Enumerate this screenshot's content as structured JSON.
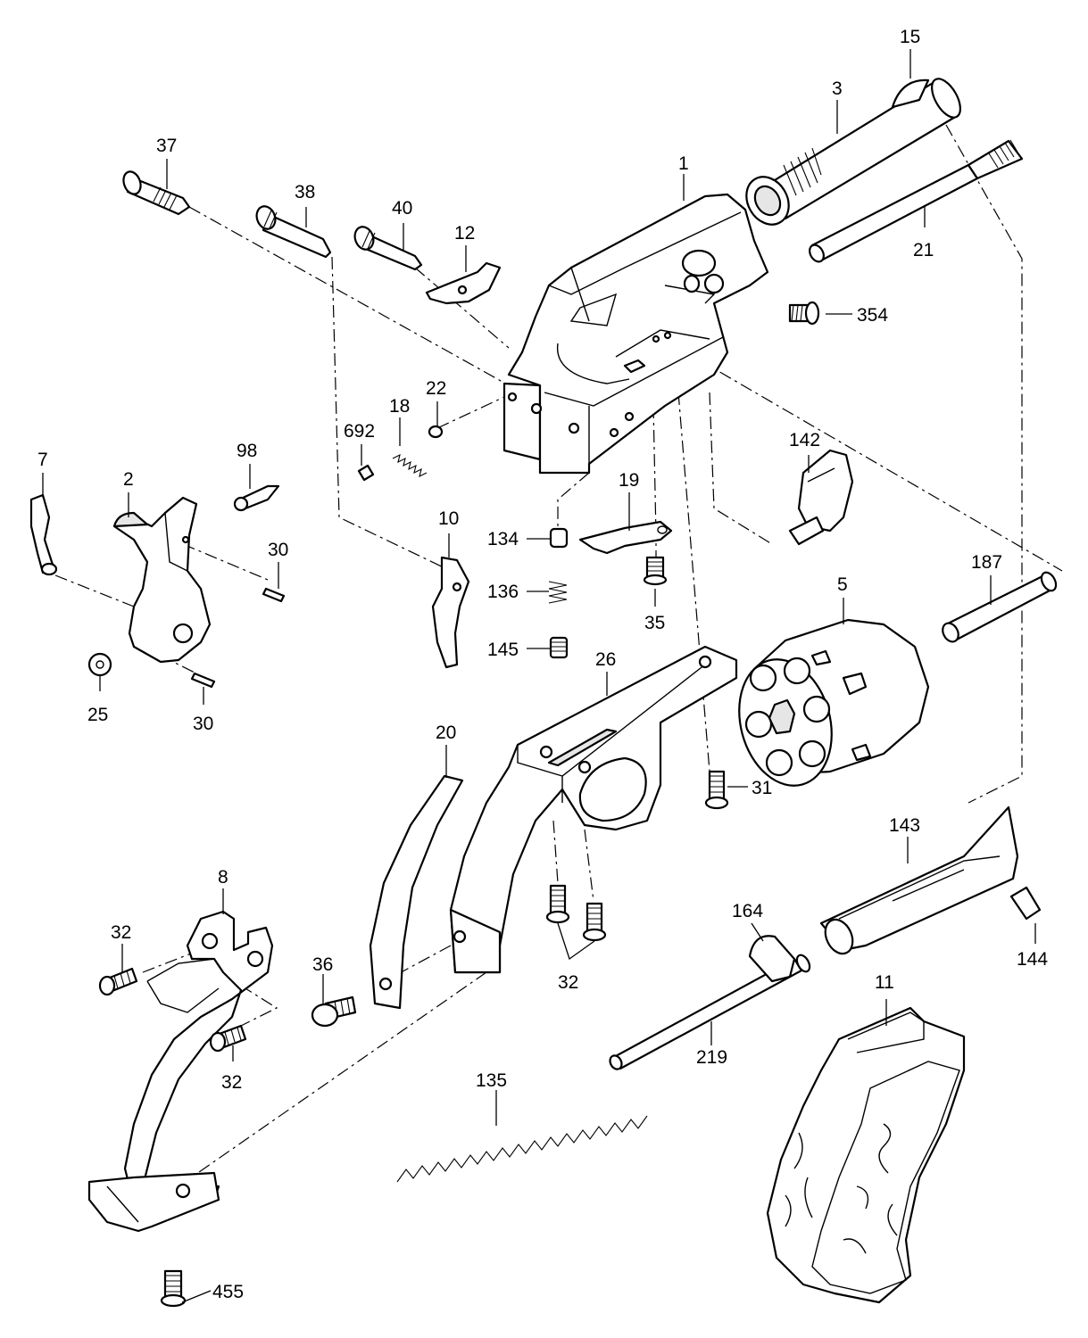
{
  "figure": {
    "labels": {
      "p1": "1",
      "p2": "2",
      "p3": "3",
      "p5": "5",
      "p7": "7",
      "p8": "8",
      "p10": "10",
      "p11": "11",
      "p12": "12",
      "p15": "15",
      "p18": "18",
      "p19": "19",
      "p20": "20",
      "p21": "21",
      "p22": "22",
      "p25": "25",
      "p26": "26",
      "p30a": "30",
      "p30b": "30",
      "p31": "31",
      "p32a": "32",
      "p32b": "32",
      "p32c": "32",
      "p35": "35",
      "p36": "36",
      "p37": "37",
      "p38": "38",
      "p40": "40",
      "p98": "98",
      "p134": "134",
      "p135": "135",
      "p136": "136",
      "p142": "142",
      "p143": "143",
      "p144": "144",
      "p145": "145",
      "p164": "164",
      "p187": "187",
      "p219": "219",
      "p354": "354",
      "p455": "455",
      "p692": "692"
    }
  }
}
